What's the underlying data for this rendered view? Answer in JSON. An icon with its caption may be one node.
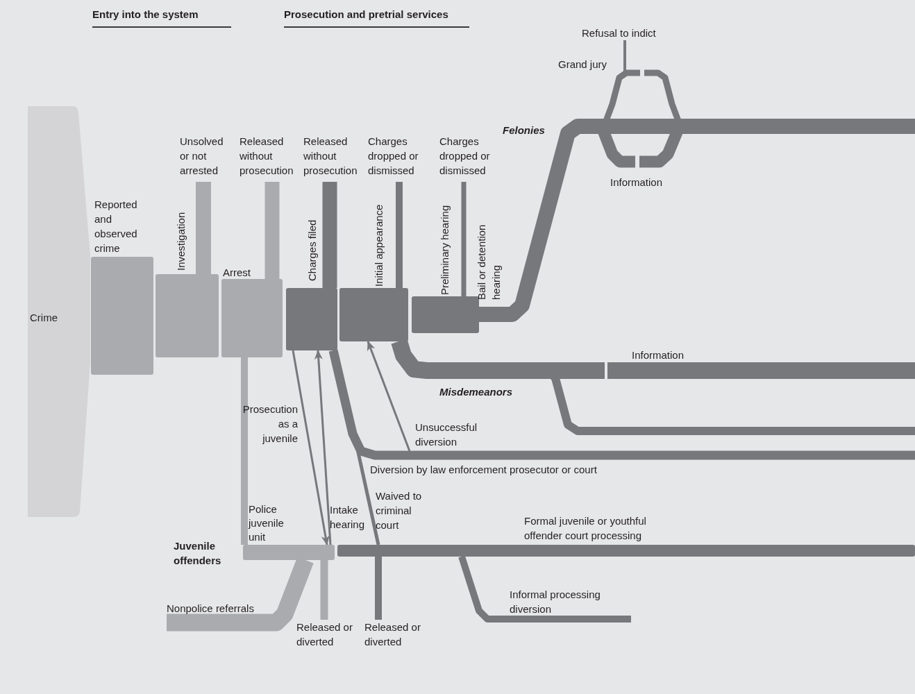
{
  "diagram": {
    "nodes": [
      {
        "text": [
          "Crime"
        ]
      },
      {
        "text": [
          "Reported and observed crime"
        ]
      },
      {
        "text": [
          "Investigation"
        ]
      },
      {
        "text": [
          "Arrest"
        ]
      },
      {
        "text": [
          "Charges filed"
        ]
      },
      {
        "text": [
          "Initial appearance"
        ]
      },
      {
        "text": [
          "Preliminary hearing",
          "Bail or detention hearing"
        ]
      },
      {
        "text": [
          "Unsolved or not arrested"
        ]
      },
      {
        "text": [
          "Released without prosecution"
        ]
      },
      {
        "text": [
          "Released without prosecution"
        ]
      },
      {
        "text": [
          "Charges dropped or dismissed"
        ]
      },
      {
        "text": [
          "Charges dropped or dismissed"
        ]
      },
      {
        "text": [
          "Refusal to indict"
        ]
      },
      {
        "text": [
          "Police juvenile unit",
          "Intake hearing"
        ]
      },
      {
        "text": [
          "Nonpolice referrals"
        ]
      },
      {
        "text": [
          "Released or diverted"
        ]
      },
      {
        "text": [
          "Released or diverted"
        ]
      },
      {
        "text": [
          "Informal processing diversion"
        ]
      },
      {
        "text": [
          "Formal juvenile or youthful offender court processing"
        ]
      }
    ],
    "edges": [
      {
        "from": 2,
        "to": 7,
        "arrow": "none",
        "style": "thick",
        "color": "#aaabae"
      },
      {
        "from": 3,
        "to": 8,
        "arrow": "none",
        "style": "thick",
        "color": "#aaabae"
      },
      {
        "from": 4,
        "to": 9,
        "arrow": "none",
        "style": "thick"
      },
      {
        "from": 5,
        "to": 10,
        "arrow": "none"
      },
      {
        "from": 6,
        "to": 11,
        "arrow": "none"
      },
      {
        "from": 6,
        "to": null,
        "arrow": "none",
        "style": "thick"
      },
      {
        "from": null,
        "to": 12,
        "arrow": "none"
      },
      {
        "from": 5,
        "to": null,
        "arrow": "none",
        "style": "thick"
      },
      {
        "from": 5,
        "to": null,
        "arrow": "none"
      },
      {
        "from": 4,
        "to": null,
        "arrow": "none"
      },
      {
        "from": null,
        "to": 5,
        "arrow": "to"
      },
      {
        "from": 4,
        "to": 13,
        "arrow": "to"
      },
      {
        "from": 13,
        "to": 4,
        "arrow": "to"
      },
      {
        "from": 4,
        "to": 18,
        "arrow": "none"
      },
      {
        "from": 3,
        "to": 13,
        "arrow": "none",
        "color": "#aaabae"
      },
      {
        "from": 14,
        "to": 13,
        "arrow": "none",
        "style": "thick",
        "color": "#aaabae"
      },
      {
        "from": 13,
        "to": 15,
        "arrow": "none",
        "color": "#aaabae"
      },
      {
        "from": 18,
        "to": 16,
        "arrow": "none"
      },
      {
        "from": 18,
        "to": 17,
        "arrow": "none"
      }
    ],
    "labels": [
      "Entry into the system",
      "Prosecution and pretrial services",
      "Felonies",
      "Grand jury",
      "Information",
      "Information",
      "Misdemeanors",
      "Unsuccessful diversion",
      "Prosecution as a juvenile",
      "Diversion by law enforcement prosecutor or court",
      "Waived to criminal court",
      "Juvenile offenders"
    ]
  }
}
